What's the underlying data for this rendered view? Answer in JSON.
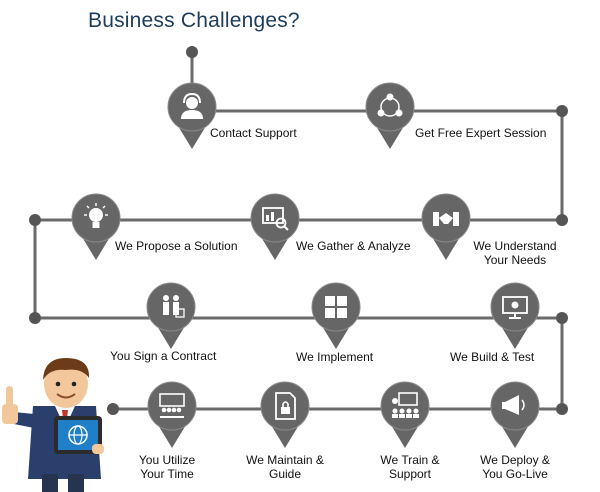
{
  "title": "Business Challenges?",
  "colors": {
    "line": "#6a6a6a",
    "pin": "#666666",
    "icon": "#ffffff",
    "title": "#1d3c5c"
  },
  "steps": [
    {
      "id": "contact-support",
      "label": "Contact Support",
      "icon": "headset-person-icon"
    },
    {
      "id": "expert-session",
      "label": "Get Free Expert Session",
      "icon": "people-network-icon"
    },
    {
      "id": "understand-needs",
      "label": "We Understand Your Needs",
      "line1": "We Understand",
      "line2": "Your Needs",
      "icon": "handshake-icon"
    },
    {
      "id": "gather-analyze",
      "label": "We Gather & Analyze",
      "icon": "chart-magnifier-icon"
    },
    {
      "id": "propose-solution",
      "label": "We Propose a Solution",
      "icon": "lightbulb-icon"
    },
    {
      "id": "sign-contract",
      "label": "You Sign a Contract",
      "icon": "contract-signing-icon"
    },
    {
      "id": "implement",
      "label": "We Implement",
      "icon": "puzzle-icon"
    },
    {
      "id": "build-test",
      "label": "We Build & Test",
      "icon": "monitor-gear-icon"
    },
    {
      "id": "deploy-golive",
      "label": "We Deploy & You Go-Live",
      "line1": "We Deploy &",
      "line2": "You Go-Live",
      "icon": "megaphone-icon"
    },
    {
      "id": "train-support",
      "label": "We Train & Support",
      "line1": "We Train &",
      "line2": "Support",
      "icon": "training-board-icon"
    },
    {
      "id": "maintain-guide",
      "label": "We Maintain & Guide",
      "line1": "We Maintain &",
      "line2": "Guide",
      "icon": "document-lock-icon"
    },
    {
      "id": "utilize-time",
      "label": "You Utilize Your Time",
      "line1": "You Utilize",
      "line2": "Your Time",
      "icon": "team-screen-icon"
    }
  ],
  "mascot": {
    "icon": "businessman-thumbs-up-icon",
    "tablet_icon": "globe-icon"
  }
}
